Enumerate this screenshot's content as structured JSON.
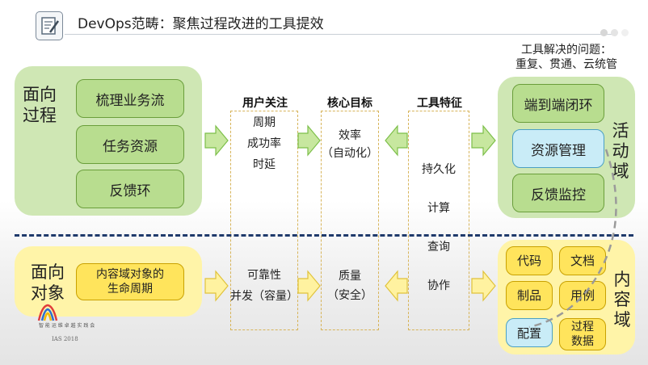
{
  "header": {
    "title": "DevOps范畴：聚焦过程改进的工具提效",
    "dot_colors": [
      "#d7d7d7",
      "#e4e4e4",
      "#f0f0f0"
    ]
  },
  "process": {
    "label_line1": "面向",
    "label_line2": "过程",
    "items": [
      "梳理业务流",
      "任务资源",
      "反馈环"
    ]
  },
  "object": {
    "label_line1": "面向",
    "label_line2": "对象",
    "item_line1": "内容域对象的",
    "item_line2": "生命周期"
  },
  "user_focus": {
    "header": "用户关注",
    "top": [
      "周期",
      "成功率",
      "时延"
    ],
    "bottom": [
      "可靠性",
      "并发（容量）"
    ]
  },
  "core_goal": {
    "header": "核心目标",
    "top": [
      "效率",
      "（自动化）"
    ],
    "bottom": [
      "质量",
      "（安全）"
    ]
  },
  "tool_features": {
    "header": "工具特征",
    "items": [
      "持久化",
      "计算",
      "查询",
      "协作"
    ]
  },
  "activity": {
    "note_line1": "工具解决的问题：",
    "note_line2": "重复、贯通、云统管",
    "items": [
      "端到端闭环",
      "资源管理",
      "反馈监控"
    ],
    "label": [
      "活",
      "动",
      "域"
    ]
  },
  "content": {
    "items": [
      "代码",
      "文档",
      "制品",
      "用例",
      "配置"
    ],
    "process_data_line1": "过程",
    "process_data_line2": "数据",
    "label": [
      "内",
      "容",
      "域"
    ]
  },
  "watermark": {
    "line1": "智 能 运 维 卓 越 实 践 会",
    "line2": "IAS 2018"
  },
  "colors": {
    "green_region": "#cfe7b4",
    "green_box": "#b8dd8f",
    "yellow_region": "#fff4a8",
    "yellow_box": "#ffe45c",
    "blue_box": "#c9ecf7",
    "divider": "#1f3a6b",
    "arrow_green": "#c7e79f",
    "arrow_yellow": "#fff2a0"
  }
}
